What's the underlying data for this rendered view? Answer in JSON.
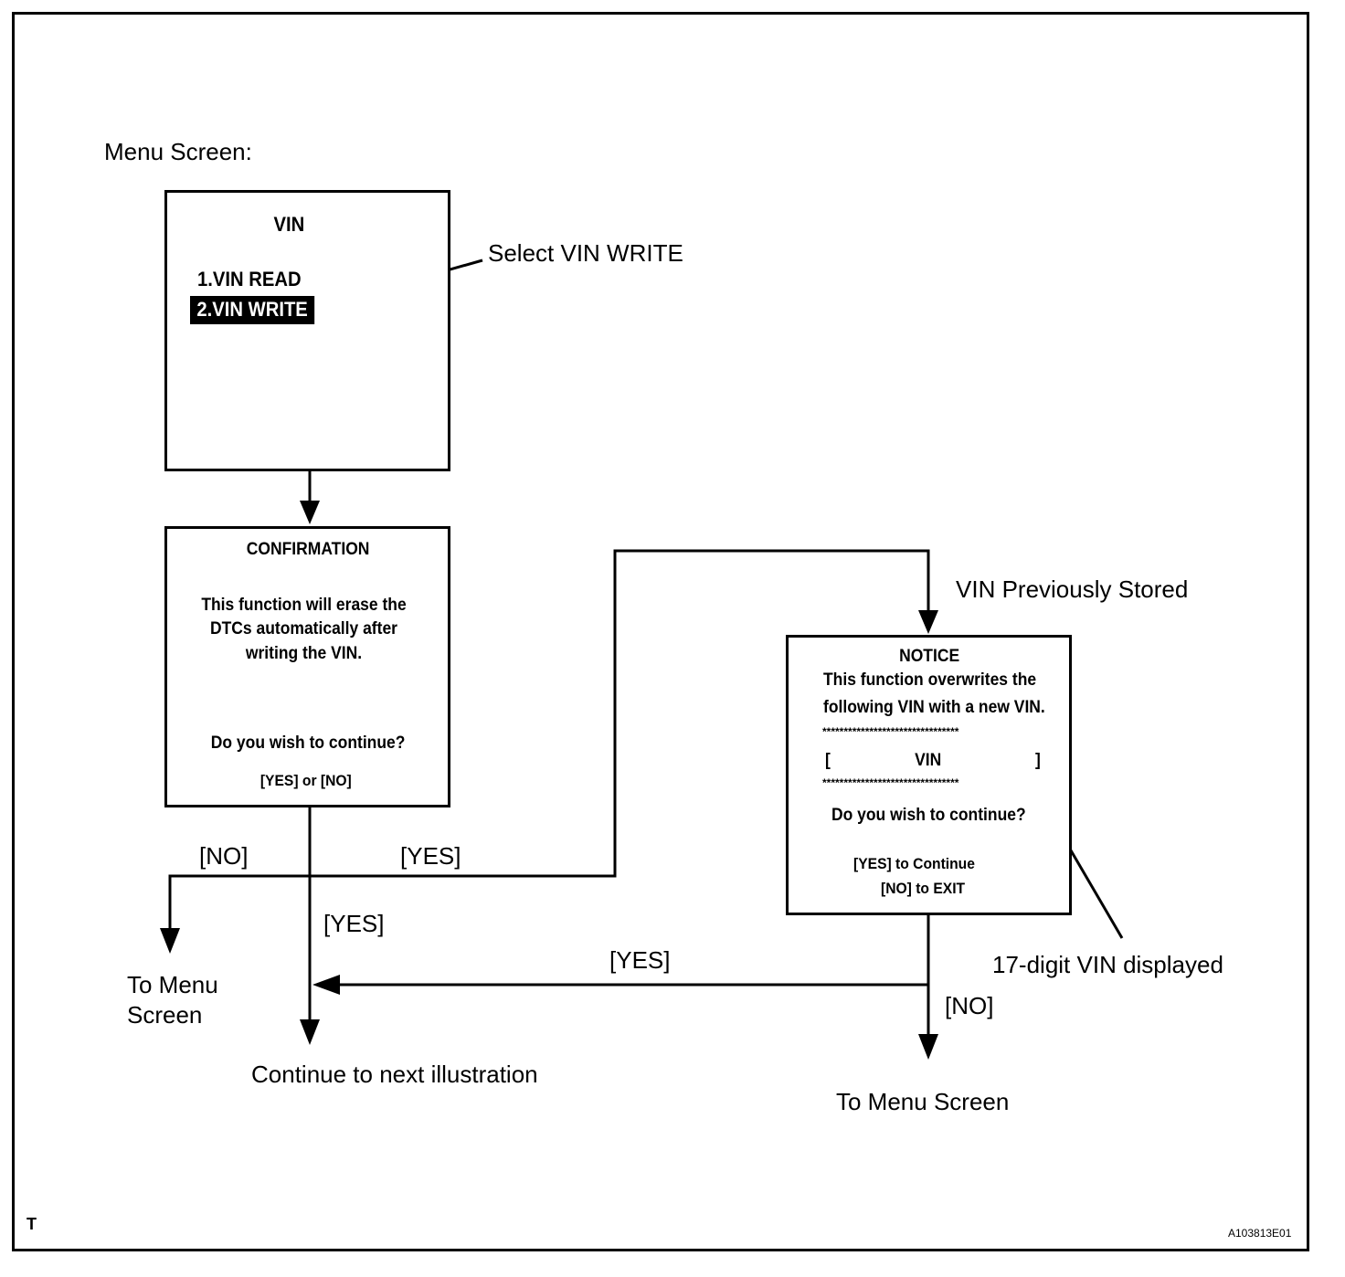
{
  "menu_screen_label": "Menu Screen:",
  "vin_screen": {
    "title": "VIN",
    "item1": "1.VIN READ",
    "item2": "2.VIN WRITE"
  },
  "select_callout": "Select VIN WRITE",
  "confirmation_screen": {
    "title": "CONFIRMATION",
    "line1": "This function will erase the",
    "line2": "DTCs automatically after",
    "line3": "writing the VIN.",
    "question": "Do you wish to continue?",
    "options": "[YES] or [NO]"
  },
  "notice_screen": {
    "title": "NOTICE",
    "line1": "This function overwrites the",
    "line2": "following VIN with a new VIN.",
    "stars": "********************************",
    "bracket_open": "[",
    "vin": "VIN",
    "bracket_close": "]",
    "question": "Do you wish to continue?",
    "yes_option": "[YES] to Continue",
    "no_option": "[NO] to EXIT"
  },
  "labels": {
    "vin_previously_stored": "VIN Previously Stored",
    "no_left": "[NO]",
    "yes_mid": "[YES]",
    "yes_down": "[YES]",
    "yes_bottom": "[YES]",
    "no_right": "[NO]",
    "to_menu_left_1": "To Menu",
    "to_menu_left_2": "Screen",
    "continue_next": "Continue to next illustration",
    "to_menu_right": "To Menu Screen",
    "seventeen_digit": "17-digit VIN displayed"
  },
  "corner_mark": "T",
  "figure_id": "A103813E01"
}
